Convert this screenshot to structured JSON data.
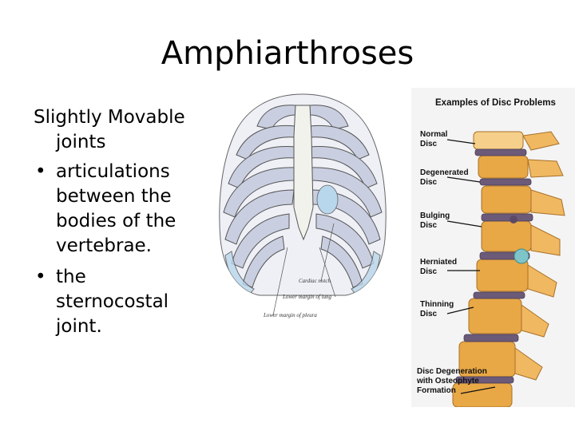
{
  "slide": {
    "title": "Amphiarthroses",
    "lead_line1": "Slightly Movable",
    "lead_line2": "joints",
    "bullets": [
      {
        "text": "articulations between the bodies of the vertebrae."
      },
      {
        "text": "the sternocostal joint."
      }
    ],
    "bullet_glyph": "•"
  },
  "ribcage_figure": {
    "labels": {
      "cardiac_notch": "Cardiac notch",
      "lower_margin_lung": "Lower margin of lung",
      "lower_margin_pleura": "Lower margin of pleura"
    }
  },
  "disc_figure": {
    "title": "Examples of Disc Problems",
    "labels": [
      {
        "line1": "Normal",
        "line2": "Disc"
      },
      {
        "line1": "Degenerated",
        "line2": "Disc"
      },
      {
        "line1": "Bulging",
        "line2": "Disc"
      },
      {
        "line1": "Herniated",
        "line2": "Disc"
      },
      {
        "line1": "Thinning",
        "line2": "Disc"
      },
      {
        "line1": "Disc Degeneration",
        "line2": "with Osteophyte",
        "line3": "Formation"
      }
    ]
  },
  "colors": {
    "bone": "#e8a845",
    "bone_light": "#f6d08a",
    "disc": "#6b5a78",
    "rib_fill": "#c9cfe0",
    "herniation": "#7fc4c8"
  }
}
